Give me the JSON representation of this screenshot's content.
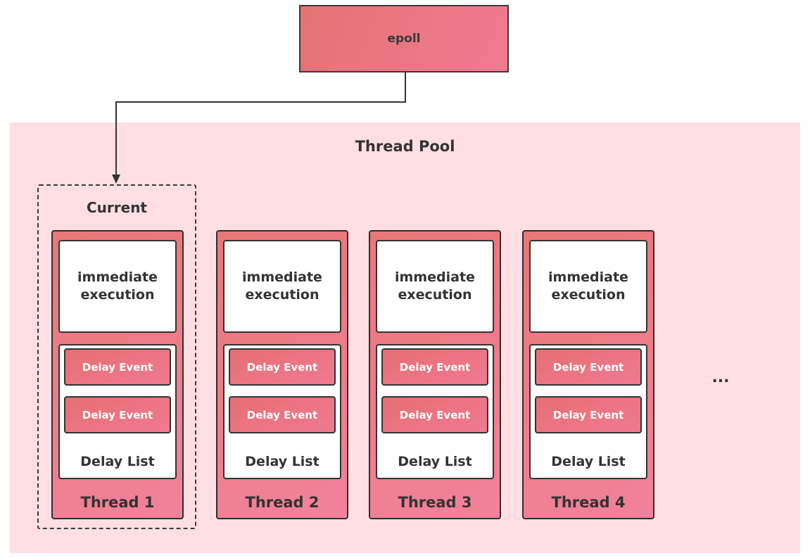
{
  "epoll": {
    "label": "epoll"
  },
  "pool": {
    "title": "Thread Pool"
  },
  "current": {
    "label": "Current"
  },
  "threads": [
    {
      "name": "Thread 1",
      "immediate": "immediate execution",
      "events": [
        "Delay Event",
        "Delay Event"
      ],
      "list_label": "Delay List"
    },
    {
      "name": "Thread 2",
      "immediate": "immediate execution",
      "events": [
        "Delay Event",
        "Delay Event"
      ],
      "list_label": "Delay List"
    },
    {
      "name": "Thread 3",
      "immediate": "immediate execution",
      "events": [
        "Delay Event",
        "Delay Event"
      ],
      "list_label": "Delay List"
    },
    {
      "name": "Thread 4",
      "immediate": "immediate execution",
      "events": [
        "Delay Event",
        "Delay Event"
      ],
      "list_label": "Delay List"
    }
  ],
  "more": {
    "label": "..."
  },
  "colors": {
    "node_fill": "#e97777",
    "pool_bg": "#ffdfe3",
    "outline": "#333333"
  }
}
